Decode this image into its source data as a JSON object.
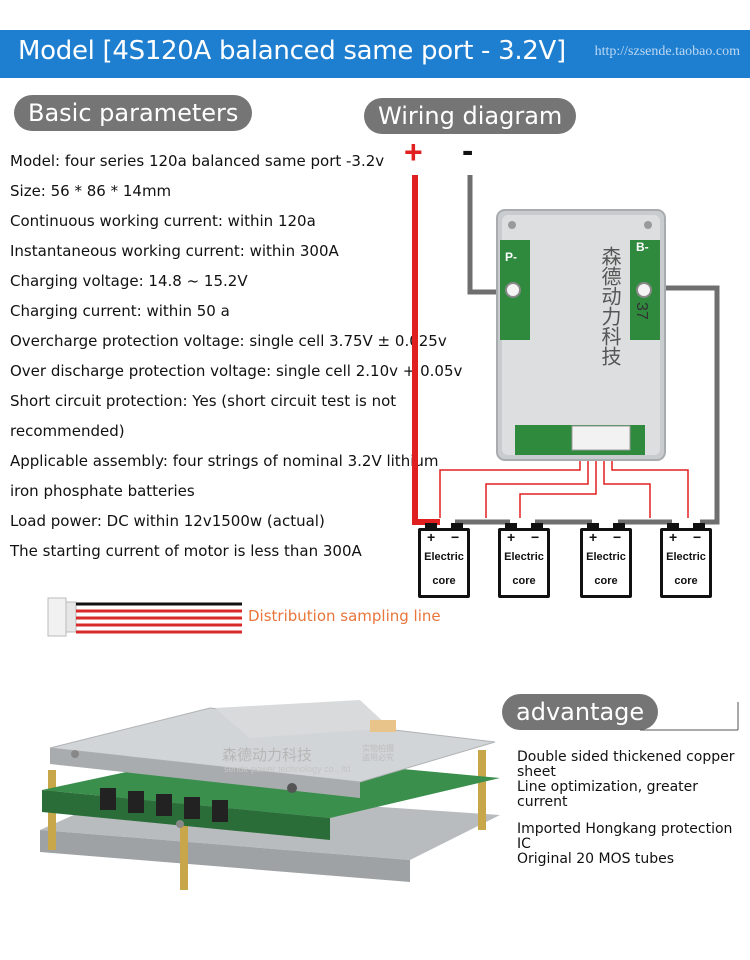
{
  "header": {
    "title": "Model [4S120A balanced same port - 3.2V]",
    "url": "http://szsende.taobao.com"
  },
  "sections": {
    "basic": "Basic parameters",
    "wiring": "Wiring diagram",
    "advantage": "advantage"
  },
  "params": [
    "Model: four series 120a balanced same port -3.2v",
    "Size: 56 * 86 * 14mm",
    "Continuous working current: within 120a",
    "Instantaneous working current: within 300A",
    "Charging voltage: 14.8 ~ 15.2V",
    "Charging current: within 50 a",
    "Overcharge protection voltage: single cell 3.75V ± 0.025v",
    "Over discharge protection voltage: single cell 2.10v + 0.05v",
    "Short circuit protection: Yes (short circuit test is not",
    "recommended)",
    "Applicable assembly: four strings of nominal 3.2V lithium",
    "iron phosphate batteries",
    "Load power: DC within 12v1500w (actual)",
    "The starting current of motor is less than 300A"
  ],
  "diagram": {
    "plus": "+",
    "minus": "-",
    "pad_bminus": "B-",
    "pad_p": "P-",
    "cell_label_1": "Electric",
    "cell_label_2": "core",
    "cell_plus": "+",
    "cell_minus": "−",
    "board_brand": "森德动力科技",
    "board_code": "37",
    "wire_red": "#e02020",
    "wire_gray": "#6f6f6f"
  },
  "distribution_label": "Distribution sampling line",
  "photo": {
    "brand": "森德动力科技",
    "brand_sub": "sende power technology co., ltd",
    "stamp": "实物拍摄 盗用必究"
  },
  "advantages": [
    "Double sided thickened copper sheet",
    "Line optimization, greater current",
    "Imported Hongkang protection IC",
    "Original 20 MOS tubes"
  ]
}
